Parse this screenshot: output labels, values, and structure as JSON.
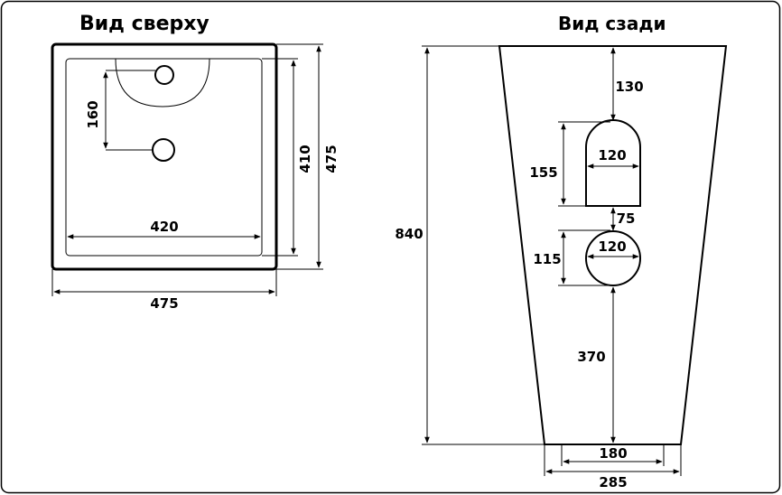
{
  "top_view": {
    "title": "Вид сверху",
    "dims": {
      "faucet_offset": "160",
      "inner_width": "420",
      "inner_depth": "410",
      "outer_depth": "475",
      "outer_width": "475"
    }
  },
  "back_view": {
    "title": "Вид сзади",
    "dims": {
      "height": "840",
      "top_gap": "130",
      "upper_opening_height": "155",
      "upper_opening_width": "120",
      "gap_between": "75",
      "lower_opening_height": "115",
      "lower_opening_width": "120",
      "bottom_gap": "370",
      "inner_base": "180",
      "outer_base": "285"
    }
  }
}
